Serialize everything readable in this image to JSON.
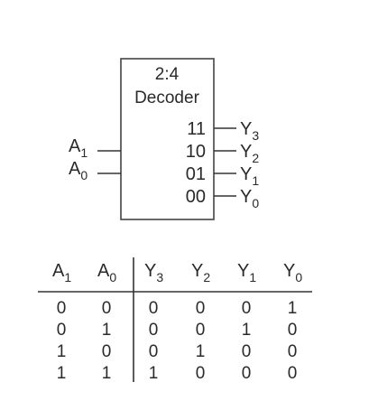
{
  "decoder": {
    "title_line1": "2:4",
    "title_line2": "Decoder",
    "output_codes": [
      "11",
      "10",
      "01",
      "00"
    ],
    "outputs": [
      {
        "letter": "Y",
        "sub": "3"
      },
      {
        "letter": "Y",
        "sub": "2"
      },
      {
        "letter": "Y",
        "sub": "1"
      },
      {
        "letter": "Y",
        "sub": "0"
      }
    ],
    "inputs": [
      {
        "letter": "A",
        "sub": "1"
      },
      {
        "letter": "A",
        "sub": "0"
      }
    ]
  },
  "truth_table": {
    "headers": [
      {
        "letter": "A",
        "sub": "1"
      },
      {
        "letter": "A",
        "sub": "0"
      },
      {
        "letter": "Y",
        "sub": "3"
      },
      {
        "letter": "Y",
        "sub": "2"
      },
      {
        "letter": "Y",
        "sub": "1"
      },
      {
        "letter": "Y",
        "sub": "0"
      }
    ],
    "rows": [
      [
        "0",
        "0",
        "0",
        "0",
        "0",
        "1"
      ],
      [
        "0",
        "1",
        "0",
        "0",
        "1",
        "0"
      ],
      [
        "1",
        "0",
        "0",
        "1",
        "0",
        "0"
      ],
      [
        "1",
        "1",
        "1",
        "0",
        "0",
        "0"
      ]
    ]
  }
}
